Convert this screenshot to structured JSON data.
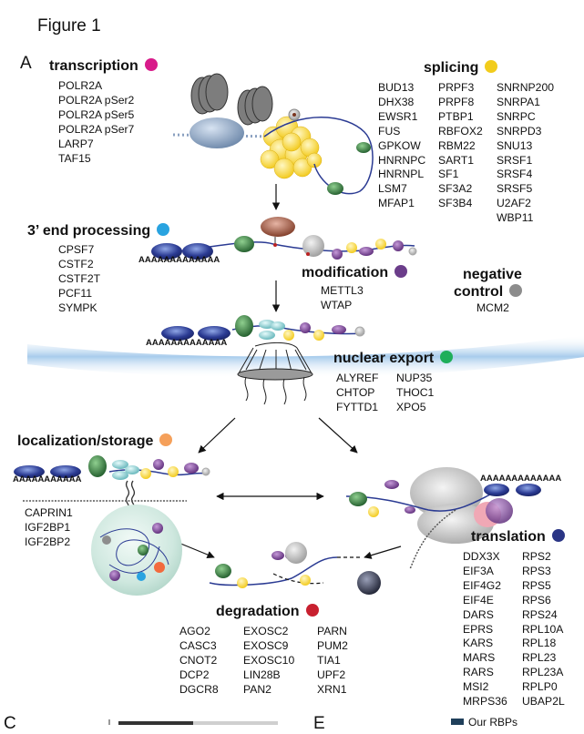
{
  "figure_title": "Figure 1",
  "panel_label": "A",
  "bottom_panel_labels": [
    "C",
    "E"
  ],
  "bottom_legend_label": "Our RBPs",
  "categories": {
    "transcription": {
      "title": "transcription",
      "color": "#d81b8a",
      "genes": [
        "POLR2A",
        "POLR2A pSer2",
        "POLR2A pSer5",
        "POLR2A pSer7",
        "LARP7",
        "TAF15"
      ]
    },
    "splicing": {
      "title": "splicing",
      "color": "#f2cc1c",
      "columns": [
        [
          "BUD13",
          "DHX38",
          "EWSR1",
          "FUS",
          "GPKOW",
          "HNRNPC",
          "HNRNPL",
          "LSM7",
          "MFAP1"
        ],
        [
          "PRPF3",
          "PRPF8",
          "PTBP1",
          "RBFOX2",
          "RBM22",
          "SART1",
          "SF1",
          "SF3A2",
          "SF3B4"
        ],
        [
          "SNRNP200",
          "SNRPA1",
          "SNRPC",
          "SNRPD3",
          "SNU13",
          "SRSF1",
          "SRSF4",
          "SRSF5",
          "U2AF2",
          "WBP11"
        ]
      ]
    },
    "end_processing": {
      "title": "3’ end processing",
      "color": "#29a3e0",
      "genes": [
        "CPSF7",
        "CSTF2",
        "CSTF2T",
        "PCF11",
        "SYMPK"
      ]
    },
    "modification": {
      "title": "modification",
      "color": "#6b3d8a",
      "genes": [
        "METTL3",
        "WTAP"
      ]
    },
    "negative_control": {
      "title_line1": "negative",
      "title_line2": "control",
      "color": "#8c8c8c",
      "genes": [
        "MCM2"
      ]
    },
    "nuclear_export": {
      "title": "nuclear export",
      "color": "#1fae5a",
      "columns": [
        [
          "ALYREF",
          "CHTOP",
          "FYTTD1"
        ],
        [
          "NUP35",
          "THOC1",
          "XPO5"
        ]
      ]
    },
    "localization": {
      "title": "localization/storage",
      "color": "#f5a05a",
      "genes": [
        "CAPRIN1",
        "IGF2BP1",
        "IGF2BP2"
      ]
    },
    "translation": {
      "title": "translation",
      "color": "#2a3585",
      "columns": [
        [
          "DDX3X",
          "EIF3A",
          "EIF4G2",
          "EIF4E",
          "DARS",
          "EPRS",
          "KARS",
          "MARS",
          "RARS",
          "MSI2",
          "MRPS36"
        ],
        [
          "RPS2",
          "RPS3",
          "RPS5",
          "RPS6",
          "RPS24",
          "RPL10A",
          "RPL18",
          "RPL23",
          "RPL23A",
          "RPLP0",
          "UBAP2L"
        ]
      ]
    },
    "degradation": {
      "title": "degradation",
      "color": "#c8202f",
      "columns": [
        [
          "AGO2",
          "CASC3",
          "CNOT2",
          "DCP2",
          "DGCR8"
        ],
        [
          "EXOSC2",
          "EXOSC9",
          "EXOSC10",
          "LIN28B",
          "PAN2"
        ],
        [
          "PARN",
          "PUM2",
          "TIA1",
          "UPF2",
          "XRN1"
        ]
      ]
    }
  },
  "polya_labels": [
    "AAAAAAAAAAAAA",
    "AAAAAAAAAAAAA",
    "AAAAAAAAAAA",
    "AAAAAAAAAAAAA"
  ]
}
